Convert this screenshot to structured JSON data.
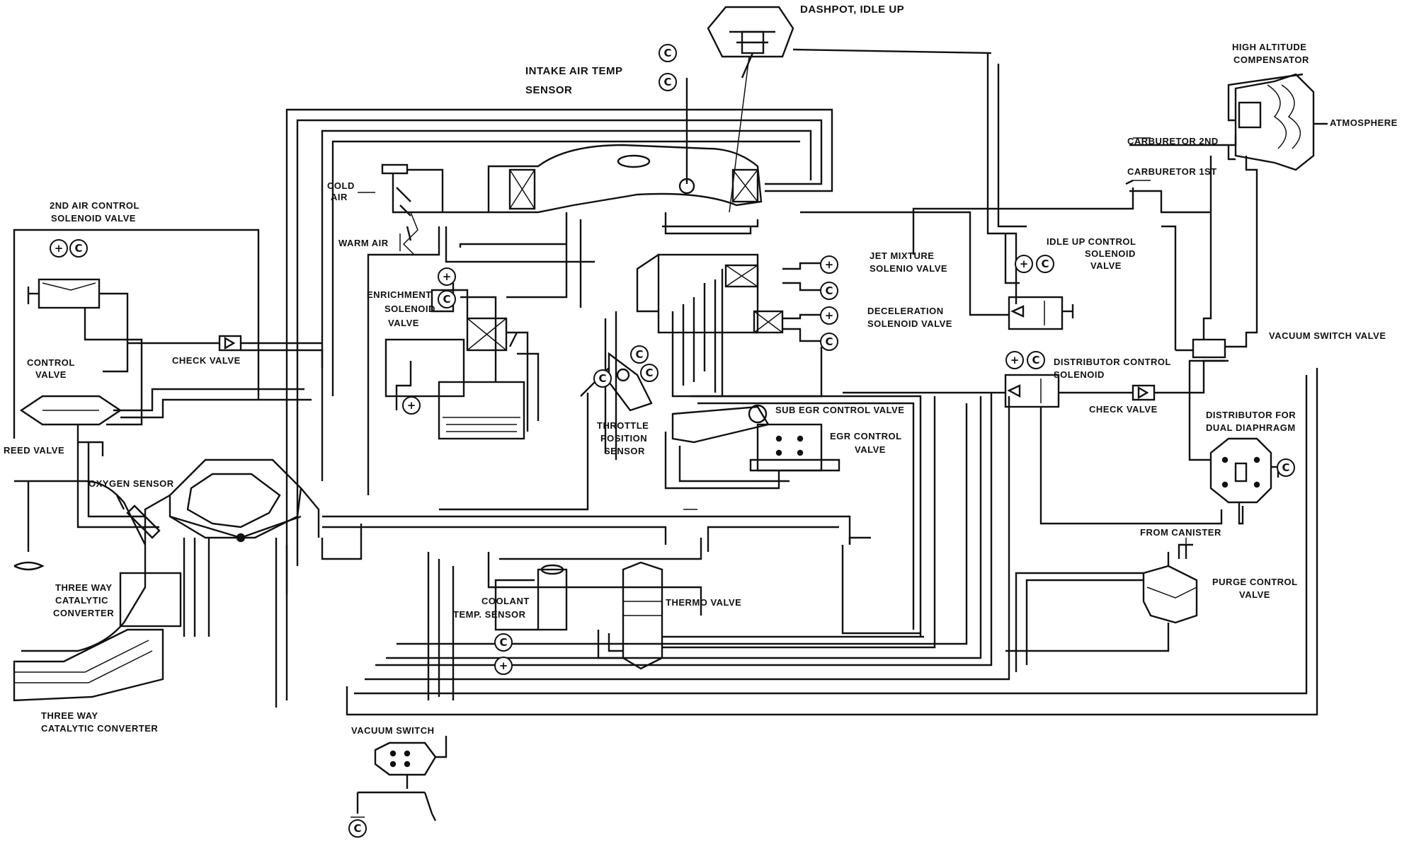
{
  "labels": {
    "dashpot": "DASHPOT, IDLE UP",
    "intake_air_temp_1": "INTAKE AIR TEMP",
    "intake_air_temp_2": "SENSOR",
    "high_altitude_1": "HIGH ALTITUDE",
    "high_altitude_2": "COMPENSATOR",
    "atmosphere": "ATMOSPHERE",
    "carb_2nd": "CARBURETOR 2ND",
    "carb_1st": "CARBURETOR 1ST",
    "cold_air_1": "COLD",
    "cold_air_2": "AIR",
    "warm_air": "WARM AIR",
    "second_air_1": "2ND AIR CONTROL",
    "second_air_2": "SOLENOID VALVE",
    "enrichment_1": "ENRICHMENT",
    "enrichment_2": "SOLENOID",
    "enrichment_3": "VALVE",
    "jet_mixture_1": "JET MIXTURE",
    "jet_mixture_2": "SOLENIO VALVE",
    "idle_up_1": "IDLE UP CONTROL",
    "idle_up_2": "SOLENOID",
    "idle_up_3": "VALVE",
    "decel_1": "DECELERATION",
    "decel_2": "SOLENOID VALVE",
    "vacuum_switch_valve": "VACUUM SWITCH VALVE",
    "control_valve_1": "CONTROL",
    "control_valve_2": "VALVE",
    "check_valve_left": "CHECK VALVE",
    "distributor_control_1": "DISTRIBUTOR CONTROL",
    "distributor_control_2": "SOLENOID",
    "check_valve_right": "CHECK VALVE",
    "throttle_1": "THROTTLE",
    "throttle_2": "POSITION",
    "throttle_3": "SENSOR",
    "sub_egr": "SUB EGR CONTROL VALVE",
    "egr_1": "EGR CONTROL",
    "egr_2": "VALVE",
    "dist_dual_1": "DISTRIBUTOR FOR",
    "dist_dual_2": "DUAL DIAPHRAGM",
    "reed_valve": "REED VALVE",
    "oxygen_sensor": "OXYGEN  SENSOR",
    "from_canister": "FROM CANISTER",
    "purge_1": "PURGE CONTROL",
    "purge_2": "VALVE",
    "three_way_a_1": "THREE WAY",
    "three_way_a_2": "CATALYTIC",
    "three_way_a_3": "CONVERTER",
    "coolant_1": "COOLANT",
    "coolant_2": "TEMP. SENSOR",
    "thermo_valve": "THERMO VALVE",
    "three_way_b_1": "THREE WAY",
    "three_way_b_2": "CATALYTIC CONVERTER",
    "vacuum_switch": "VACUUM SWITCH"
  },
  "symbols": {
    "plus": "+",
    "computer": "C"
  }
}
